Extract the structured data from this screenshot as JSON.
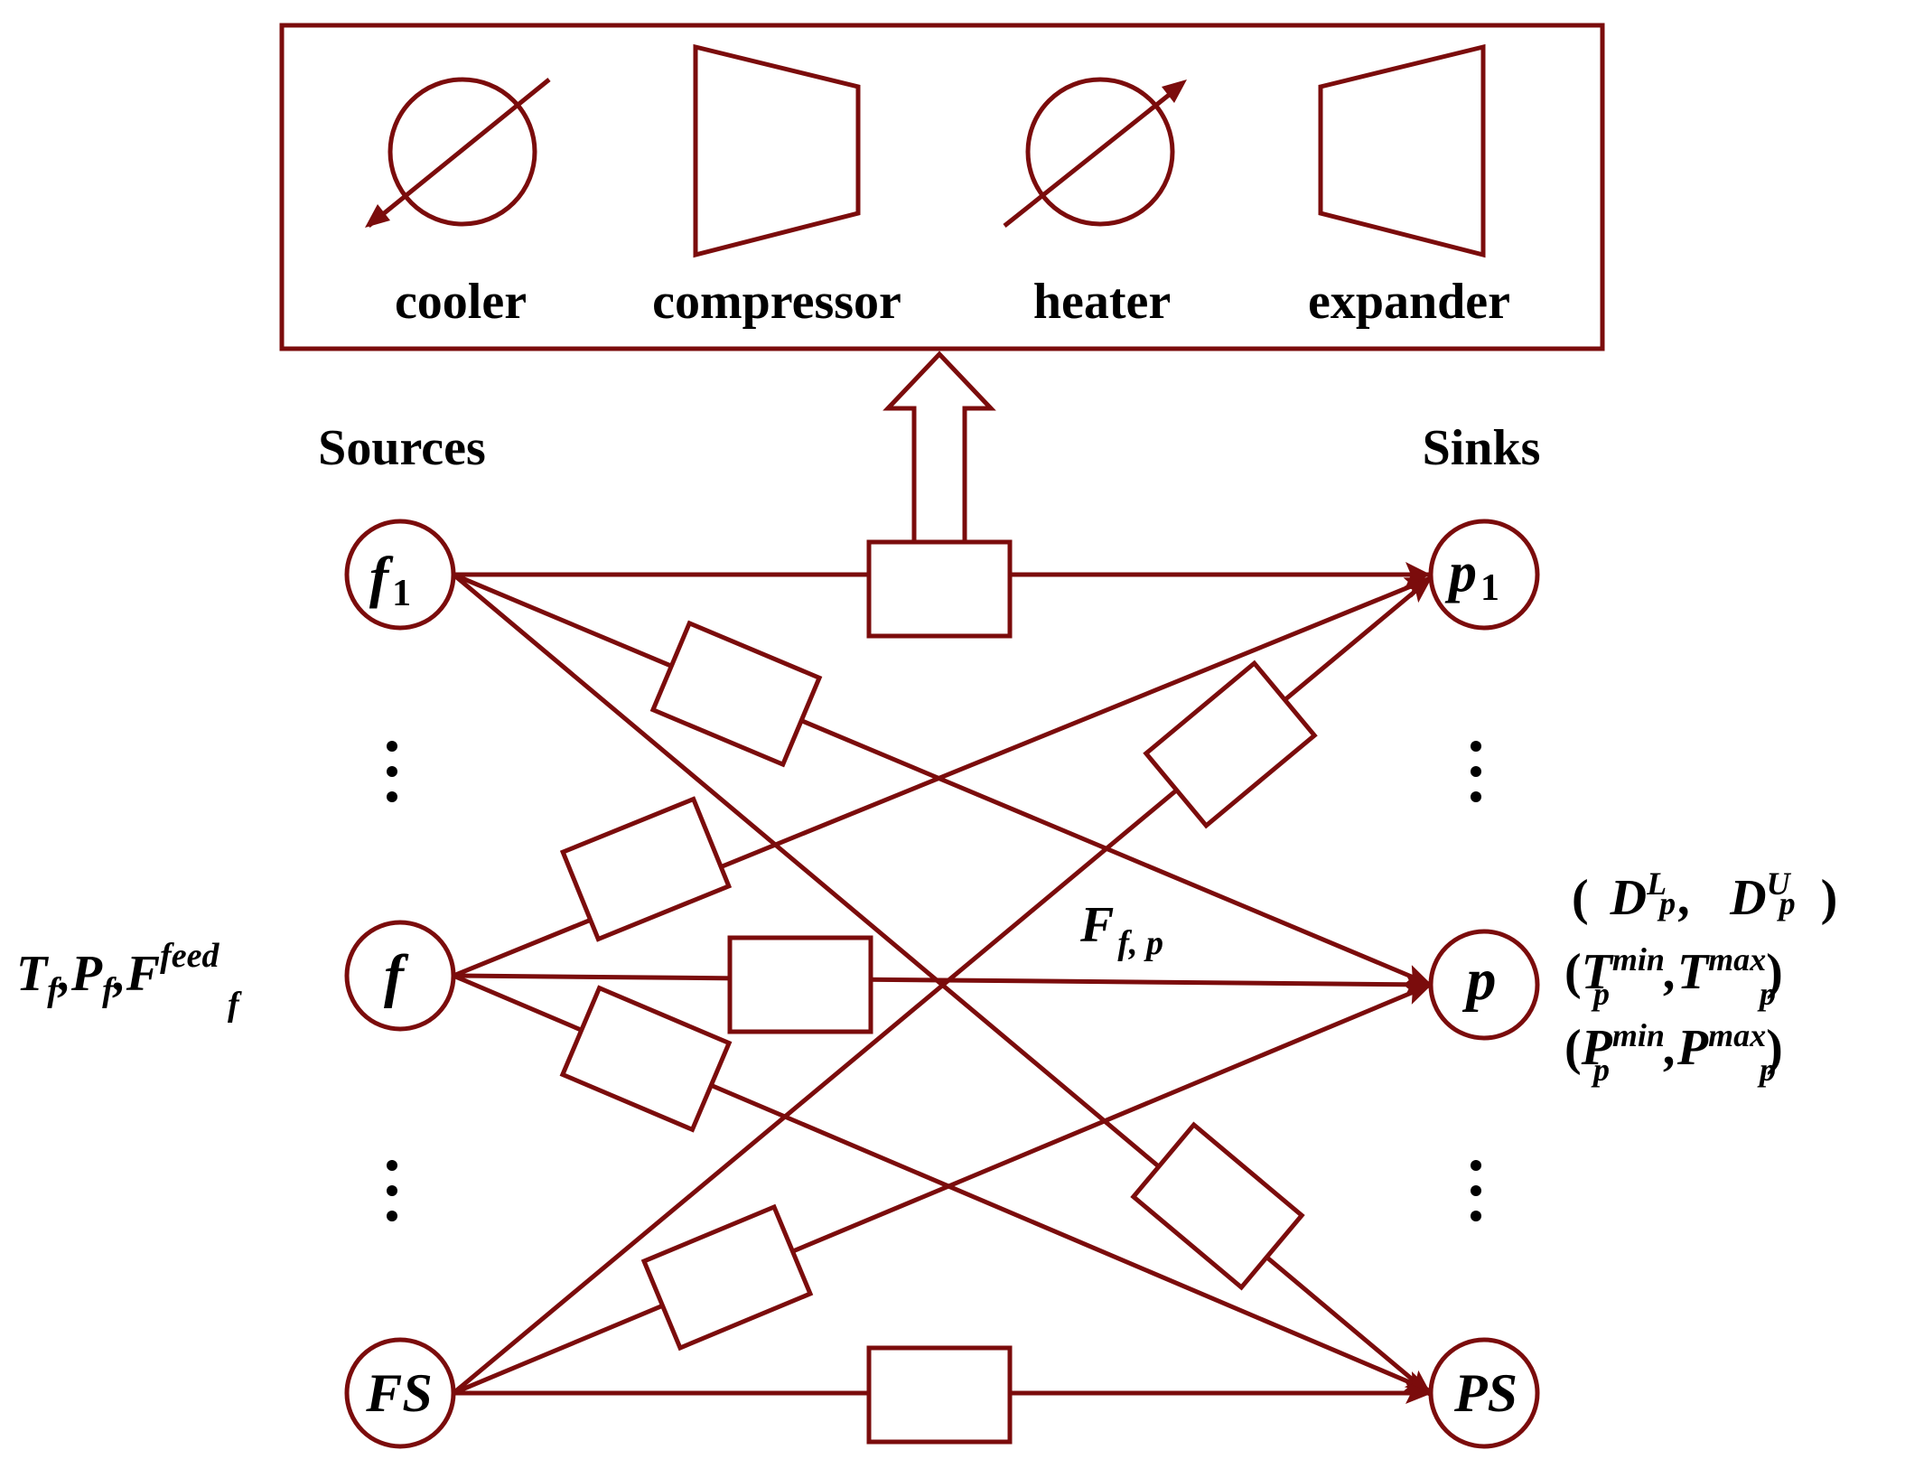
{
  "colors": {
    "line": "#7b0c0c",
    "text": "#000000",
    "background": "#ffffff"
  },
  "legend": {
    "items": [
      {
        "label": "cooler",
        "icon": "cooler-icon"
      },
      {
        "label": "compressor",
        "icon": "compressor-icon"
      },
      {
        "label": "heater",
        "icon": "heater-icon"
      },
      {
        "label": "expander",
        "icon": "expander-icon"
      }
    ]
  },
  "headings": {
    "sources": "Sources",
    "sinks": "Sinks"
  },
  "sources": [
    {
      "id": "f1",
      "main": "f",
      "sub": "1"
    },
    {
      "id": "f",
      "main": "f",
      "sub": ""
    },
    {
      "id": "FS",
      "main": "FS",
      "sub": ""
    }
  ],
  "sinks": [
    {
      "id": "p1",
      "main": "p",
      "sub": "1"
    },
    {
      "id": "p",
      "main": "p",
      "sub": ""
    },
    {
      "id": "PS",
      "main": "PS",
      "sub": ""
    }
  ],
  "source_params": {
    "T": "T",
    "T_sub": "f",
    "P": "P",
    "P_sub": "f",
    "F": "F",
    "F_sub": "f",
    "F_sup": "feed",
    "sep": ","
  },
  "flow_label": {
    "main": "F",
    "sub": "f, p"
  },
  "sink_params": {
    "D": {
      "main": "D",
      "sub": "p",
      "sup_low": "L",
      "sup_high": "U"
    },
    "T": {
      "main": "T",
      "sub": "p",
      "sup_low": "min",
      "sup_high": "max"
    },
    "P": {
      "main": "P",
      "sub": "p",
      "sup_low": "min",
      "sup_high": "max"
    },
    "open": "(",
    "close": ")",
    "comma": ","
  },
  "connections": [
    {
      "from": "f1",
      "to": "p1"
    },
    {
      "from": "f1",
      "to": "p"
    },
    {
      "from": "f1",
      "to": "PS"
    },
    {
      "from": "f",
      "to": "p1"
    },
    {
      "from": "f",
      "to": "p"
    },
    {
      "from": "f",
      "to": "PS"
    },
    {
      "from": "FS",
      "to": "p1"
    },
    {
      "from": "FS",
      "to": "p"
    },
    {
      "from": "FS",
      "to": "PS"
    }
  ]
}
